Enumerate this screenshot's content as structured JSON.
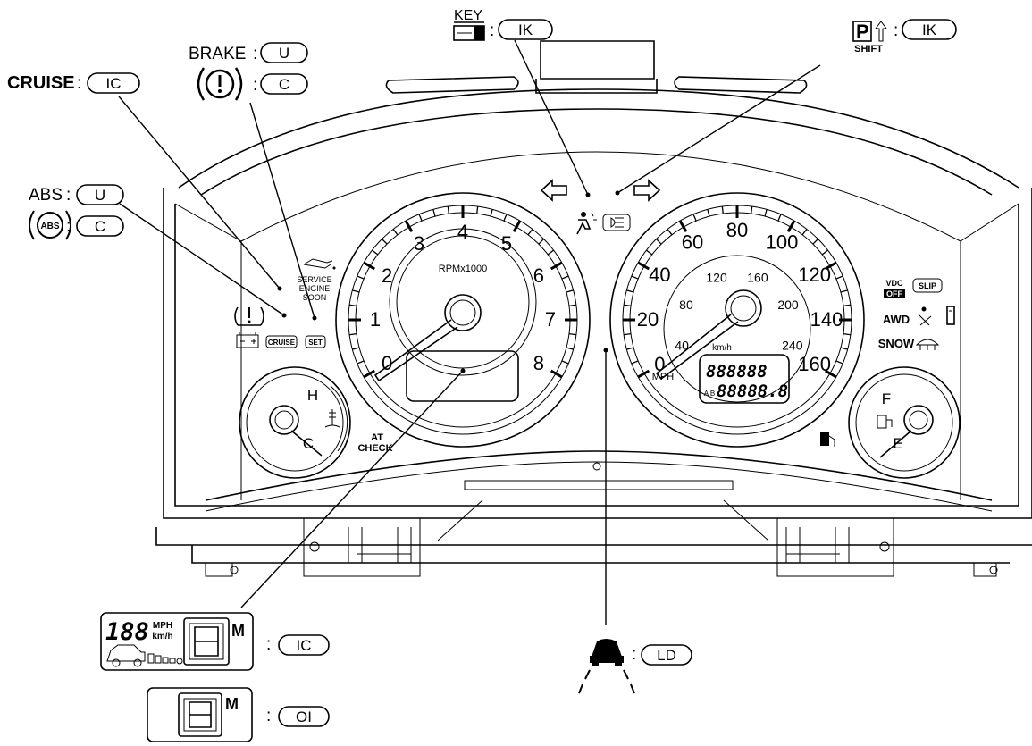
{
  "callouts": {
    "cruise": {
      "label": "CRUISE",
      "sep": ":",
      "code": "IC"
    },
    "brake": {
      "label": "BRAKE",
      "sep": ":",
      "code": "U",
      "code2": "C"
    },
    "abs": {
      "label": "ABS",
      "sep": ":",
      "code": "U",
      "icon_text": "ABS",
      "code2": "C"
    },
    "key": {
      "label": "KEY",
      "sep": ":",
      "code": "IK"
    },
    "shift": {
      "label": "SHIFT",
      "letter": "P",
      "sep": ":",
      "code": "IK"
    },
    "display": {
      "speed": "188",
      "unit1": "MPH",
      "unit2": "km/h",
      "mode": "M",
      "sep": ":",
      "code": "IC"
    },
    "display2": {
      "mode": "M",
      "sep": ":",
      "code": "OI"
    },
    "ld": {
      "sep": ":",
      "code": "LD"
    }
  },
  "tachometer": {
    "unit": "RPMx1000",
    "ticks": [
      "0",
      "1",
      "2",
      "3",
      "4",
      "5",
      "6",
      "7",
      "8"
    ]
  },
  "speedometer": {
    "outer": [
      "0",
      "20",
      "40",
      "60",
      "80",
      "100",
      "120",
      "140",
      "160"
    ],
    "inner": [
      "40",
      "80",
      "120",
      "160",
      "200",
      "240"
    ],
    "unit_outer": "MPH",
    "unit_inner": "km/h",
    "odo1": "888888",
    "odo2": "88888.8",
    "odo_ab": "A B"
  },
  "temp_gauge": {
    "hot": "H",
    "cold": "C"
  },
  "fuel_gauge": {
    "full": "F",
    "empty": "E"
  },
  "indicators": {
    "service": [
      "SERVICE",
      "ENGINE",
      "SOON"
    ],
    "cruise": "CRUISE",
    "set": "SET",
    "at": "AT",
    "check": "CHECK",
    "vdc": "VDC",
    "off": "OFF",
    "slip": "SLIP",
    "awd": "AWD",
    "snow": "SNOW"
  },
  "icons": [
    "cruise-callout-icon",
    "brake-warning-icon",
    "abs-icon",
    "key-icon",
    "shift-p-icon",
    "turn-left-icon",
    "turn-right-icon",
    "airbag-icon",
    "headlight-icon",
    "oil-pressure-icon",
    "tire-pressure-icon",
    "battery-icon",
    "temperature-icon",
    "fuel-icon",
    "car-lane-icon",
    "seatbelt-icon",
    "door-icon",
    "washer-icon"
  ]
}
